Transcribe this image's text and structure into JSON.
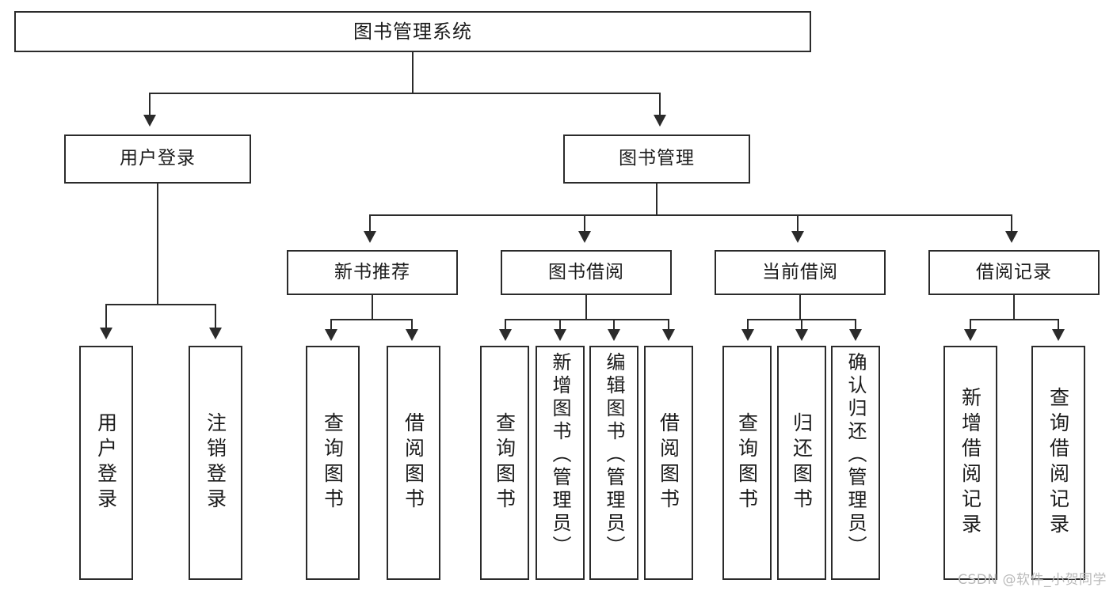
{
  "diagram": {
    "title": "图书管理系统",
    "type": "hierarchy-tree",
    "watermark": "CSDN @软件_小贺同学",
    "nodes": {
      "root": {
        "label": "图书管理系统"
      },
      "level2": [
        {
          "id": "user-login",
          "label": "用户登录"
        },
        {
          "id": "book-manage",
          "label": "图书管理"
        }
      ],
      "level3": [
        {
          "id": "new-book-recommend",
          "label": "新书推荐"
        },
        {
          "id": "book-borrow",
          "label": "图书借阅"
        },
        {
          "id": "current-borrow",
          "label": "当前借阅"
        },
        {
          "id": "borrow-record",
          "label": "借阅记录"
        }
      ],
      "leaves": {
        "user_login": [
          {
            "id": "leaf-user-login",
            "label": "用户登录"
          },
          {
            "id": "leaf-logout",
            "label": "注销登录"
          }
        ],
        "new_book_recommend": [
          {
            "id": "leaf-query-book-1",
            "label": "查询图书"
          },
          {
            "id": "leaf-borrow-book-1",
            "label": "借阅图书"
          }
        ],
        "book_borrow": [
          {
            "id": "leaf-query-book-2",
            "label": "查询图书"
          },
          {
            "id": "leaf-add-book",
            "label": "新增图书（管理员）"
          },
          {
            "id": "leaf-edit-book",
            "label": "编辑图书（管理员）"
          },
          {
            "id": "leaf-borrow-book-2",
            "label": "借阅图书"
          }
        ],
        "current_borrow": [
          {
            "id": "leaf-query-book-3",
            "label": "查询图书"
          },
          {
            "id": "leaf-return-book",
            "label": "归还图书"
          },
          {
            "id": "leaf-confirm-return",
            "label": "确认归还（管理员）"
          }
        ],
        "borrow_record": [
          {
            "id": "leaf-add-record",
            "label": "新增借阅记录"
          },
          {
            "id": "leaf-query-record",
            "label": "查询借阅记录"
          }
        ]
      }
    },
    "colors": {
      "stroke": "#2b2b2b",
      "fill": "#ffffff",
      "text": "#1b1b1b",
      "watermark": "#b9b9b9"
    }
  }
}
